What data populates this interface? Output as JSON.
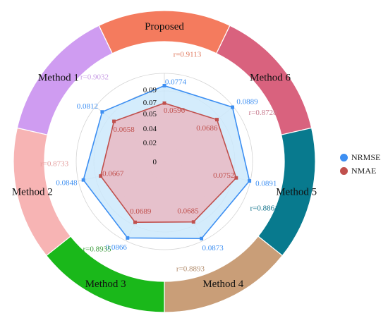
{
  "chart_data": {
    "type": "radar",
    "radial_ticks": [
      "0",
      "0.02",
      "0.04",
      "0.05",
      "0.07",
      "0.09"
    ],
    "rmax": 0.09,
    "series": [
      {
        "name": "NRMSE",
        "color": "#3d8ff2",
        "fill": "#cde9fb",
        "values": [
          0.0774,
          0.0889,
          0.0891,
          0.0873,
          0.0866,
          0.0848,
          0.0812
        ],
        "labels": [
          "0.0774",
          "0.0889",
          "0.0891",
          "0.0873",
          "0.0866",
          "0.0848",
          "0.0812"
        ]
      },
      {
        "name": "NMAE",
        "color": "#c0504d",
        "fill": "#e8bcc6",
        "values": [
          0.0596,
          0.0686,
          0.0752,
          0.0685,
          0.0689,
          0.0667,
          0.0658
        ],
        "labels": [
          "0.0596",
          "0.0686",
          "0.0752",
          "0.0685",
          "0.0689",
          "0.0667",
          "0.0658"
        ]
      }
    ],
    "methods": [
      {
        "name": "Proposed",
        "color": "#f47b5e",
        "r_label": "r=0.9113",
        "r_color": "#e0795e"
      },
      {
        "name": "Method 6",
        "color": "#d9627e",
        "r_label": "r=0.8728",
        "r_color": "#c77a8e"
      },
      {
        "name": "Method 5",
        "color": "#087a8e",
        "r_label": "r=0.8861",
        "r_color": "#0c6f88"
      },
      {
        "name": "Method 4",
        "color": "#c99e78",
        "r_label": "r=0.8893",
        "r_color": "#b08a6a"
      },
      {
        "name": "Method 3",
        "color": "#1ab81a",
        "r_label": "r=0.8935",
        "r_color": "#3a9a3a"
      },
      {
        "name": "Method 2",
        "color": "#f7b4b4",
        "r_label": "r=0.8733",
        "r_color": "#e39c9c"
      },
      {
        "name": "Method 1",
        "color": "#cf9cf1",
        "r_label": "r=0.9032",
        "r_color": "#c79be4"
      }
    ]
  }
}
